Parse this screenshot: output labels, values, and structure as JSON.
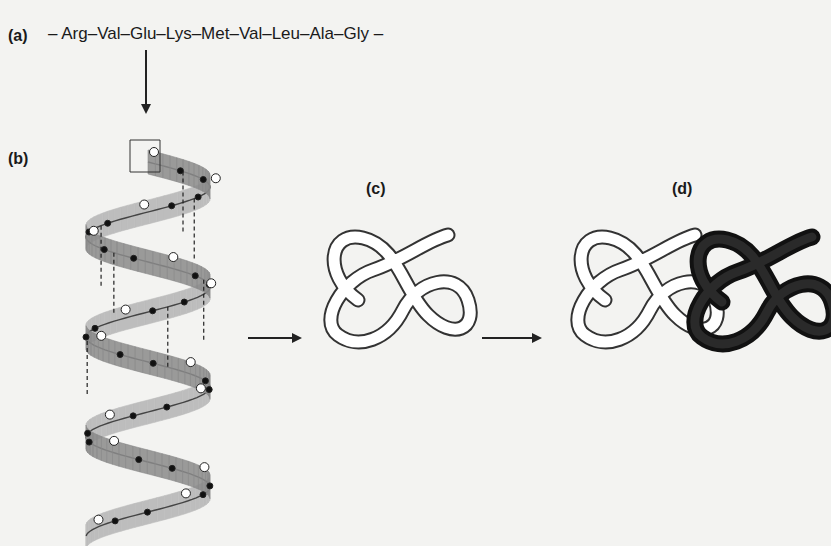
{
  "diagram": {
    "labels": [
      "(a)",
      "– Arg–Val–Glu–Lys–Met–Val–Leu–Ala–Gly –",
      "(b)",
      "(c)",
      "(d)"
    ]
  }
}
